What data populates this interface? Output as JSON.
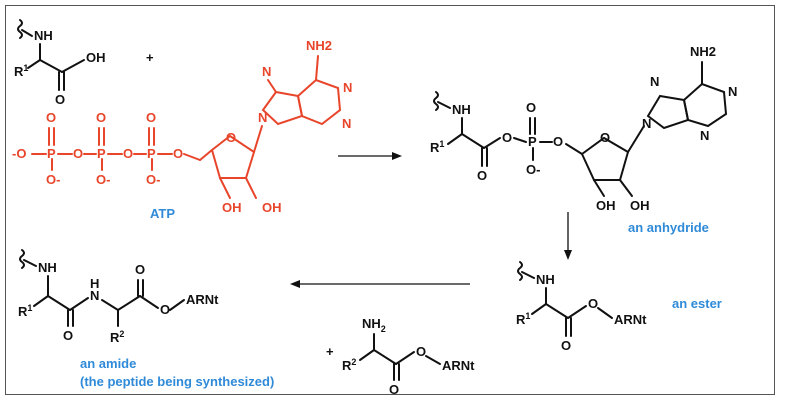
{
  "labels": {
    "nh": "NH",
    "oh": "OH",
    "o": "O",
    "p": "P",
    "o_minus": "-O",
    "o_sub": "O-",
    "r1": "R",
    "r2": "R",
    "sup1": "1",
    "sup2": "2",
    "n": "N",
    "nh2": "NH2",
    "nh2_subscripted": "NH",
    "sub2": "2",
    "arnt": "ARNt",
    "plus": "+"
  },
  "captions": {
    "atp": "ATP",
    "anhydride": "an anhydride",
    "ester": "an ester",
    "amide": "an amide",
    "amide_note": "(the peptide being synthesized)"
  },
  "colors": {
    "atp": "#e8452b",
    "caption": "#2f8ad8",
    "bond": "#111111"
  }
}
